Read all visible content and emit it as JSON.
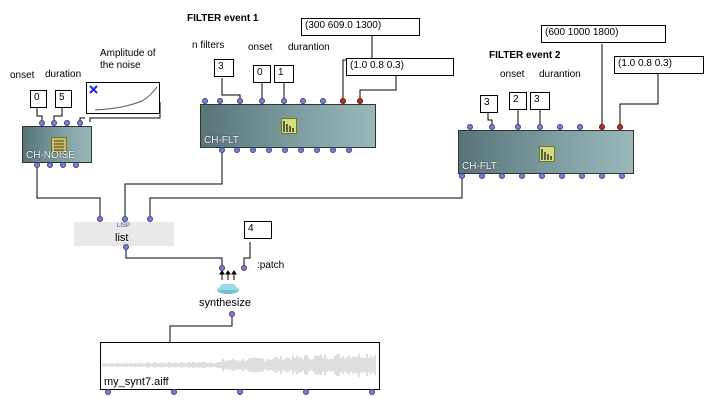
{
  "labels": {
    "filter_event_1": "FILTER event 1",
    "filter_event_2": "FILTER event 2",
    "n_filters": "n filters",
    "onset_1": "onset",
    "duration_1": "durantion",
    "onset_2": "onset",
    "duration_2": "durantion",
    "onset_noise": "onset",
    "duration_noise": "duration",
    "amplitude_line1": "Amplitude of",
    "amplitude_line2": "the noise",
    "patch_label": ":patch"
  },
  "values": {
    "noise_onset": "0",
    "noise_duration": "5",
    "flt1_nfilters": "3",
    "flt1_onset": "0",
    "flt1_duration": "1",
    "flt1_freqs": "(300 609.0 1300)",
    "flt1_amps": "(1.0 0.8 0.3)",
    "flt2_nfilters": "3",
    "flt2_onset": "2",
    "flt2_duration": "3",
    "flt2_freqs": "(600 1000 1800)",
    "flt2_amps": "(1.0 0.8 0.3)",
    "patch_value": "4"
  },
  "boxes": {
    "ch_noise": "CH-NOISE",
    "ch_flt_1": "CH-FLT",
    "ch_flt_2": "CH-FLT",
    "list_name": "list",
    "list_tag": "LISP",
    "synthesize": "synthesize",
    "sound_file": "my_synt7.aiff"
  },
  "colors": {
    "box_dark": "#587478",
    "box_light": "#9ab8ba",
    "inlet": "#7a82c8",
    "inlet_active": "#b52d2d",
    "icon": "#d4dc7c"
  },
  "icons": [
    "filter-icon",
    "noise-icon",
    "synthesize-icon",
    "bpf-curve-icon"
  ]
}
